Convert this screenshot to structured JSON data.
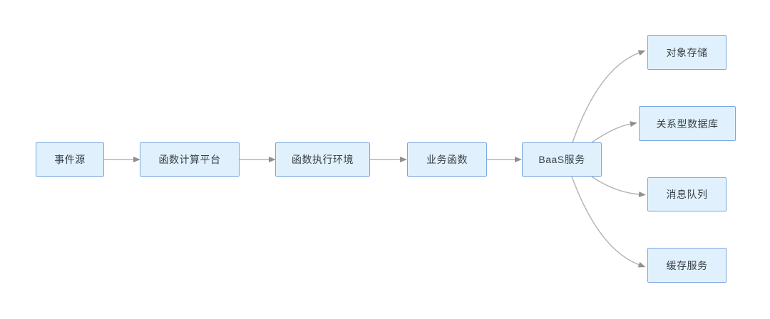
{
  "diagram": {
    "title": "serverless-architecture-flow",
    "colors": {
      "node_fill": "#e0f1fd",
      "node_border": "#7aa7e0",
      "connector_line": "#b6b6b6",
      "arrowhead": "#909090",
      "text": "#3a3f45",
      "background": "#ffffff"
    },
    "nodes": [
      {
        "id": "event-source",
        "label": "事件源"
      },
      {
        "id": "function-compute",
        "label": "函数计算平台"
      },
      {
        "id": "function-runtime",
        "label": "函数执行环境"
      },
      {
        "id": "business-function",
        "label": "业务函数"
      },
      {
        "id": "baas-service",
        "label": "BaaS服务"
      },
      {
        "id": "object-storage",
        "label": "对象存储"
      },
      {
        "id": "relational-database",
        "label": "关系型数据库"
      },
      {
        "id": "message-queue",
        "label": "消息队列"
      },
      {
        "id": "cache-service",
        "label": "缓存服务"
      }
    ],
    "edges": [
      {
        "from": "event-source",
        "to": "function-compute"
      },
      {
        "from": "function-compute",
        "to": "function-runtime"
      },
      {
        "from": "function-runtime",
        "to": "business-function"
      },
      {
        "from": "business-function",
        "to": "baas-service"
      },
      {
        "from": "baas-service",
        "to": "object-storage"
      },
      {
        "from": "baas-service",
        "to": "relational-database"
      },
      {
        "from": "baas-service",
        "to": "message-queue"
      },
      {
        "from": "baas-service",
        "to": "cache-service"
      }
    ]
  }
}
